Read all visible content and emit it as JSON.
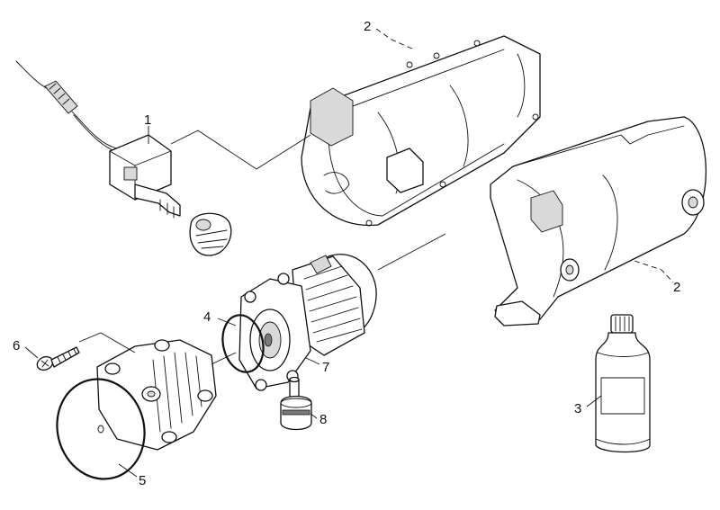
{
  "callouts": {
    "part_1": "1",
    "part_2_top": "2",
    "part_2_right": "2",
    "part_3": "3",
    "part_4": "4",
    "part_5": "5",
    "part_6": "6",
    "part_7": "7",
    "part_8": "8"
  },
  "colors": {
    "line": "#111111",
    "background": "#ffffff",
    "shade": "#d9d9d9"
  }
}
